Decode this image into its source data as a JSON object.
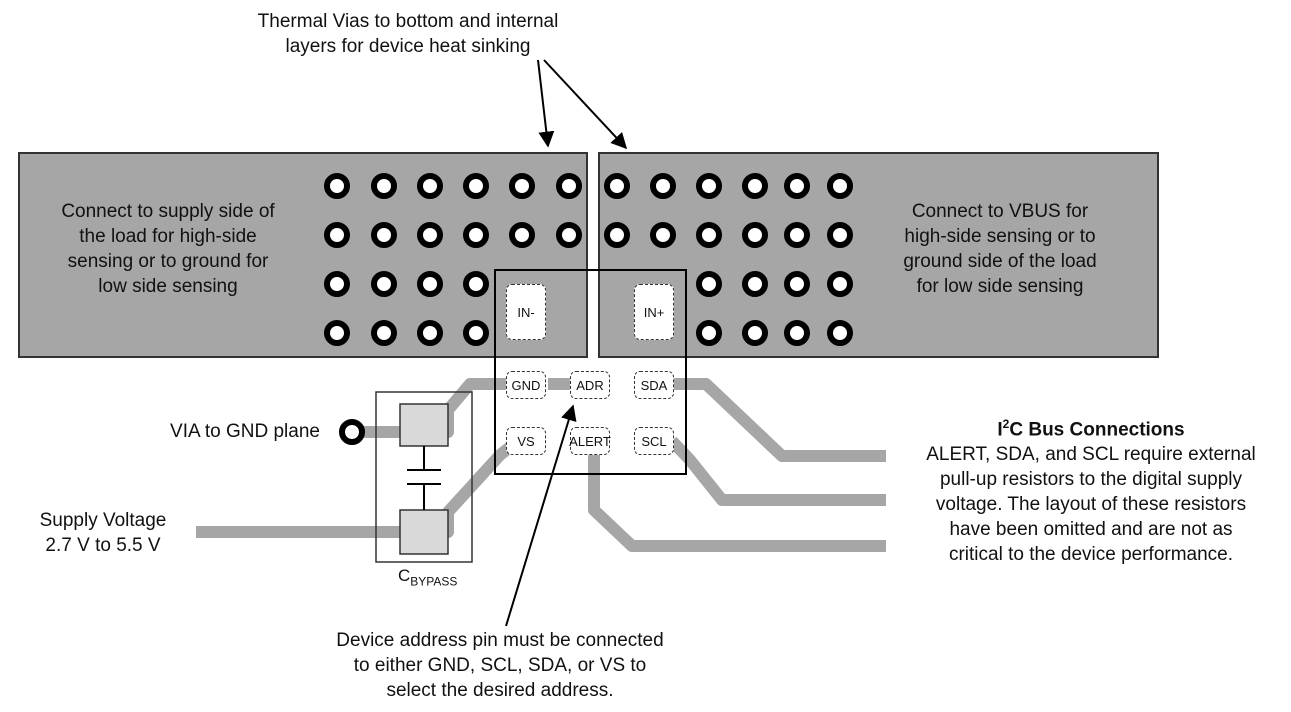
{
  "thermal_vias_note": [
    "Thermal Vias to bottom and internal",
    "layers for device heat sinking"
  ],
  "left_pad_note": [
    "Connect to supply side of",
    "the load for high-side",
    "sensing or to ground for",
    "low side sensing"
  ],
  "right_pad_note": [
    "Connect to VBUS for",
    "high-side sensing or to",
    "ground side of the load",
    "for low side sensing"
  ],
  "pins": {
    "in_minus": "IN-",
    "in_plus": "IN+",
    "gnd": "GND",
    "adr": "ADR",
    "sda": "SDA",
    "vs": "VS",
    "alert": "ALERT",
    "scl": "SCL"
  },
  "via_gnd_label": "VIA to GND plane",
  "supply_label": [
    "Supply Voltage",
    "2.7 V to 5.5 V"
  ],
  "bypass_cap": {
    "main": "C",
    "sub": "BYPASS"
  },
  "i2c": {
    "title_pre": "I",
    "title_sup": "2",
    "title_post": "C Bus Connections",
    "lines": [
      "ALERT, SDA, and SCL require external",
      "pull-up resistors to the digital supply",
      "voltage.  The layout of these resistors",
      "have been omitted and are not as",
      "critical to the device performance."
    ]
  },
  "address_note": [
    "Device address pin must be connected",
    "to either GND, SCL, SDA, or VS to",
    "select the desired address."
  ],
  "colors": {
    "pad": "#a6a6a6",
    "trace": "#a6a6a6",
    "via_ring": "#000000",
    "cap_pad": "#d9d9d9"
  }
}
